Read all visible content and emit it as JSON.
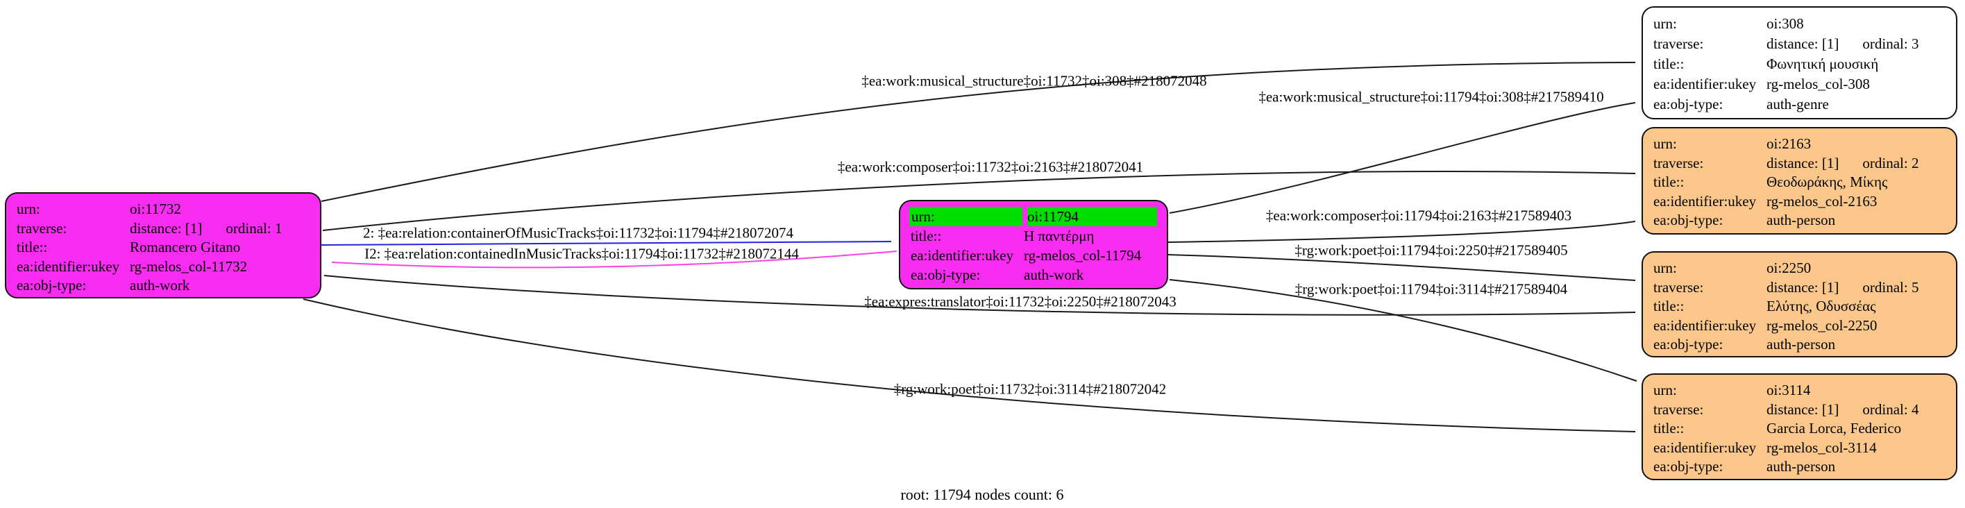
{
  "footer": "root: 11794 nodes count: 6",
  "colors": {
    "node_magenta": "#f92cf2",
    "node_orange": "#fbc78a",
    "node_white": "#ffffff",
    "highlight_green": "#00dd00",
    "edge_black": "#1a1a1a",
    "edge_blue": "#2222e0",
    "edge_magenta": "#ff40e8"
  },
  "nodes": [
    {
      "id": "oi:11732",
      "rows": [
        {
          "key": "urn:",
          "value": "oi:11732"
        },
        {
          "key": "traverse:",
          "value": "distance: [1]",
          "value2": "ordinal: 1"
        },
        {
          "key": "title::",
          "value": "Romancero Gitano"
        },
        {
          "key": "ea:identifier:ukey",
          "value": "rg-melos_col-11732"
        },
        {
          "key": "ea:obj-type:",
          "value": "auth-work"
        }
      ]
    },
    {
      "id": "oi:11794",
      "rows": [
        {
          "key": "urn:",
          "value": "oi:11794"
        },
        {
          "key": "title::",
          "value": "Η παντέρμη"
        },
        {
          "key": "ea:identifier:ukey",
          "value": "rg-melos_col-11794"
        },
        {
          "key": "ea:obj-type:",
          "value": "auth-work"
        }
      ]
    },
    {
      "id": "oi:308",
      "rows": [
        {
          "key": "urn:",
          "value": "oi:308"
        },
        {
          "key": "traverse:",
          "value": "distance: [1]",
          "value2": "ordinal: 3"
        },
        {
          "key": "title::",
          "value": "Φωνητική μουσική"
        },
        {
          "key": "ea:identifier:ukey",
          "value": "rg-melos_col-308"
        },
        {
          "key": "ea:obj-type:",
          "value": "auth-genre"
        }
      ]
    },
    {
      "id": "oi:2163",
      "rows": [
        {
          "key": "urn:",
          "value": "oi:2163"
        },
        {
          "key": "traverse:",
          "value": "distance: [1]",
          "value2": "ordinal: 2"
        },
        {
          "key": "title::",
          "value": "Θεοδωράκης, Μίκης"
        },
        {
          "key": "ea:identifier:ukey",
          "value": "rg-melos_col-2163"
        },
        {
          "key": "ea:obj-type:",
          "value": "auth-person"
        }
      ]
    },
    {
      "id": "oi:2250",
      "rows": [
        {
          "key": "urn:",
          "value": "oi:2250"
        },
        {
          "key": "traverse:",
          "value": "distance: [1]",
          "value2": "ordinal: 5"
        },
        {
          "key": "title::",
          "value": "Ελύτης, Οδυσσέας"
        },
        {
          "key": "ea:identifier:ukey",
          "value": "rg-melos_col-2250"
        },
        {
          "key": "ea:obj-type:",
          "value": "auth-person"
        }
      ]
    },
    {
      "id": "oi:3114",
      "rows": [
        {
          "key": "urn:",
          "value": "oi:3114"
        },
        {
          "key": "traverse:",
          "value": "distance: [1]",
          "value2": "ordinal: 4"
        },
        {
          "key": "title::",
          "value": "Garcia Lorca, Federico"
        },
        {
          "key": "ea:identifier:ukey",
          "value": "rg-melos_col-3114"
        },
        {
          "key": "ea:obj-type:",
          "value": "auth-person"
        }
      ]
    }
  ],
  "edges": [
    {
      "label": "‡ea:work:musical_structure‡oi:11732‡oi:308‡#218072048",
      "color": "#1a1a1a"
    },
    {
      "label": "‡ea:work:musical_structure‡oi:11794‡oi:308‡#217589410",
      "color": "#1a1a1a"
    },
    {
      "label": "‡ea:work:composer‡oi:11732‡oi:2163‡#218072041",
      "color": "#1a1a1a"
    },
    {
      "label": "‡ea:work:composer‡oi:11794‡oi:2163‡#217589403",
      "color": "#1a1a1a"
    },
    {
      "label": "2: ‡ea:relation:containerOfMusicTracks‡oi:11732‡oi:11794‡#218072074",
      "color": "#2222e0"
    },
    {
      "label": "I2: ‡ea:relation:containedInMusicTracks‡oi:11794‡oi:11732‡#218072144",
      "color": "#ff40e8"
    },
    {
      "label": "‡rg:work:poet‡oi:11794‡oi:2250‡#217589405",
      "color": "#1a1a1a"
    },
    {
      "label": "‡rg:work:poet‡oi:11794‡oi:3114‡#217589404",
      "color": "#1a1a1a"
    },
    {
      "label": "‡ea:expres:translator‡oi:11732‡oi:2250‡#218072043",
      "color": "#1a1a1a"
    },
    {
      "label": "‡rg:work:poet‡oi:11732‡oi:3114‡#218072042",
      "color": "#1a1a1a"
    }
  ]
}
